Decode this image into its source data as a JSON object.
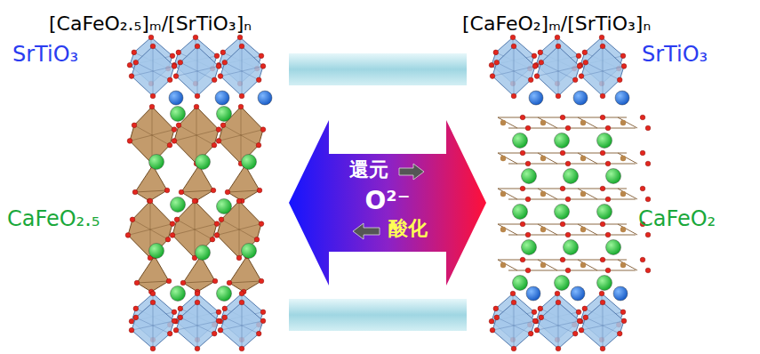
{
  "diagram": {
    "nodes": [
      {
        "text": [
          "還元",
          "O²⁻",
          "酸化"
        ]
      }
    ],
    "labels": [
      "[CaFeO₂.₅]ₘ/[SrTiO₃]ₙ",
      "[CaFeO₂]ₘ/[SrTiO₃]ₙ",
      "SrTiO₃",
      "CaFeO₂.₅",
      "SrTiO₃",
      "CaFeO₂"
    ]
  }
}
